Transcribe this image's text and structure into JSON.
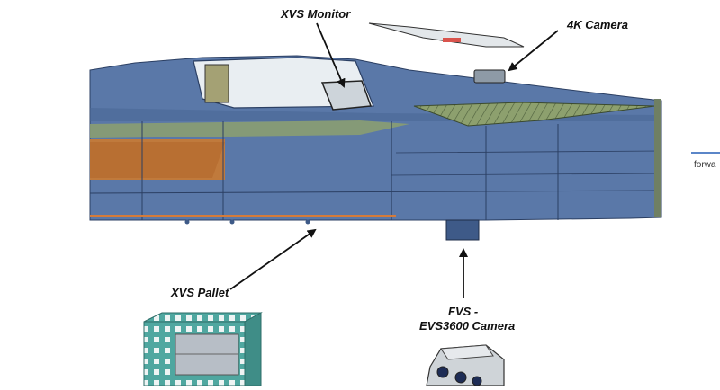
{
  "labels": {
    "xvs_monitor": "XVS Monitor",
    "camera_4k": "4K Camera",
    "xvs_pallet": "XVS Pallet",
    "fvs_line1": "FVS -",
    "fvs_line2": "EVS3600 Camera",
    "forward_fragment": "forwa"
  },
  "icons": {
    "aircraft": "aircraft-fuselage-cutaway-icon",
    "pallet": "xvs-pallet-rack-icon",
    "camera": "evs3600-camera-icon",
    "canopy": "removed-canopy-panel-icon"
  },
  "colors": {
    "fuselage": "#5a78a8",
    "fuselage_dark": "#3e5a88",
    "orange_bay": "#c07a3c",
    "green_structure": "#8da06e",
    "canopy_glass": "#e9eef2",
    "pallet_frame": "#4fa7a0",
    "pallet_body": "#b7bec6",
    "arrow": "#111111",
    "accent_rule": "#5b86c8"
  }
}
